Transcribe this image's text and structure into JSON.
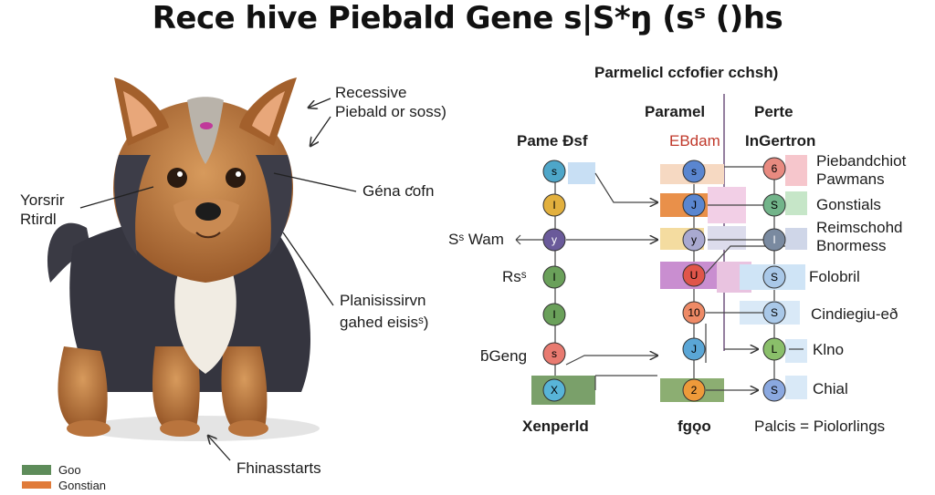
{
  "title": "Rece hive Piebald Gene  s|S*ŋ (sˢ ()hs",
  "dog_labels": {
    "recessive_line1": "Recessive",
    "recessive_line2": "Piebald or soss)",
    "yorshir_line1": "Yorsrir",
    "yorshir_line2": "Rtirdl",
    "gena": "Géna ƈofn",
    "planis_line1": "Planisissirvn",
    "planis_line2": "gahed eisisˢ)",
    "fhinasstarts": "Fhinasstarts"
  },
  "legend": [
    {
      "label": "Goo",
      "color": "#5e8c5a"
    },
    {
      "label": "Gonstian",
      "color": "#e07b3a"
    }
  ],
  "diagram": {
    "header": "Parmelicl ccfofier cchsh)",
    "col1_header": "Pame Ɖsf",
    "col2_header_a": "Paramel",
    "col2_header_b": "EBdam",
    "col3_header_a": "Perte",
    "col3_header_b": "InGertron",
    "left_labels": {
      "s_wam": "Sˢ Wam",
      "rs": "Rsˢ",
      "bgeng": "ƃGeng"
    },
    "col1_nodes": [
      "s",
      "I",
      "y",
      "I",
      "I",
      "s",
      "X"
    ],
    "col2_nodes": [
      "s",
      "J",
      "y",
      "U",
      "10",
      "J",
      "2"
    ],
    "col3_nodes": [
      "6",
      "S",
      "I",
      "S",
      "S",
      "L",
      "S"
    ],
    "right_labels": [
      "Piebandchiot",
      "Pawmans",
      "Gonstials",
      "Reimschohd",
      "Bnormess",
      "Folobril",
      "Cindiegiu-eð",
      "Klno",
      "Chial"
    ],
    "footer": {
      "col1": "Xenperld",
      "col2": "fgǫo",
      "col3": "Palcis = Piolorlings"
    }
  }
}
